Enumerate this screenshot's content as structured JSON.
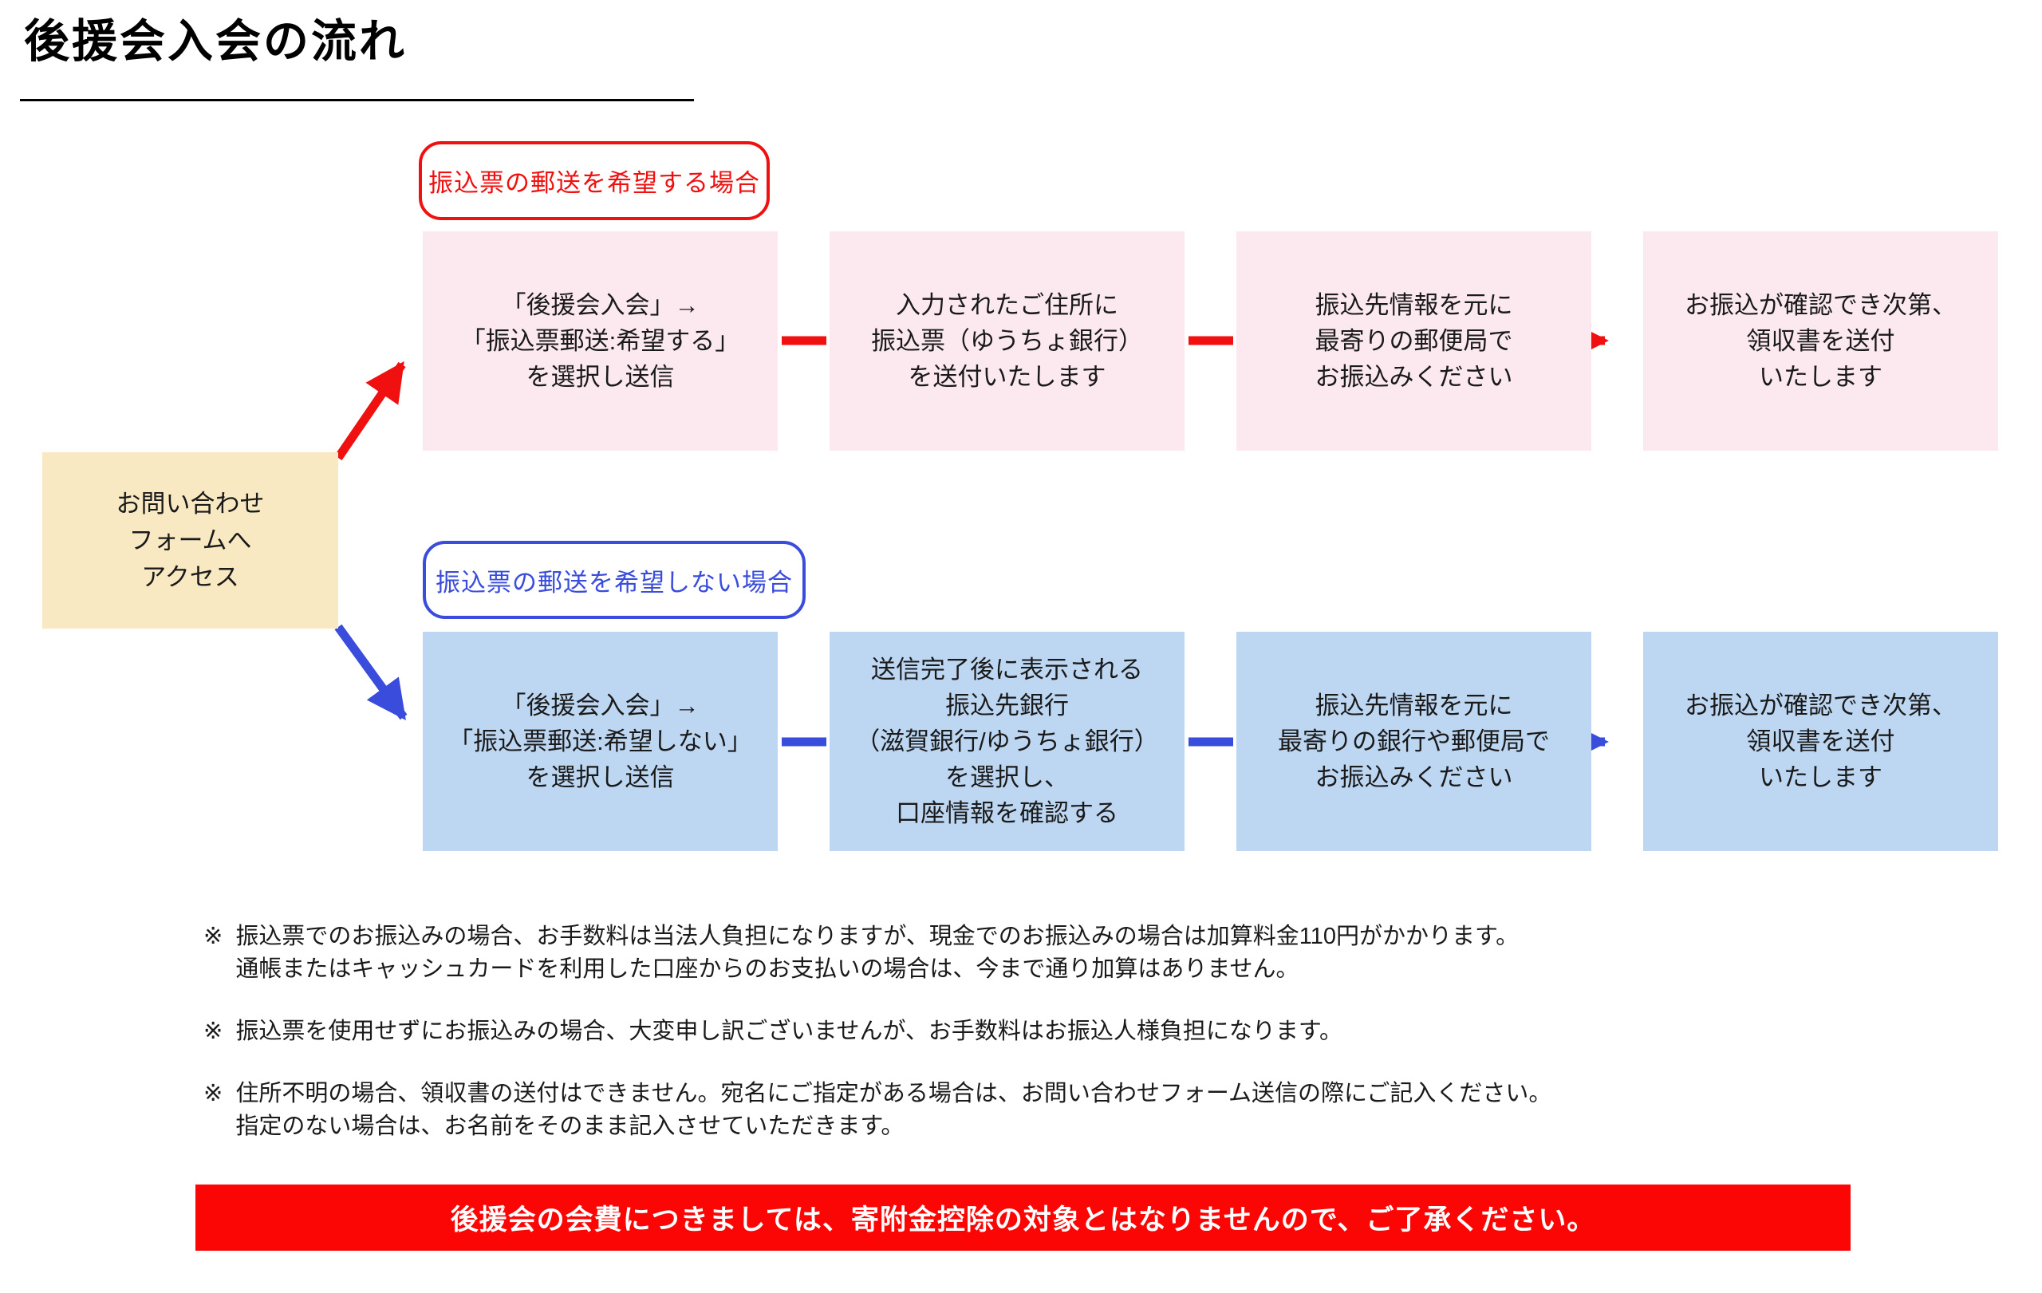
{
  "page": {
    "title": "後援会入会の流れ"
  },
  "start": {
    "label": "お問い合わせ\nフォームへ\nアクセス"
  },
  "branches": [
    {
      "id": "mail-yes",
      "label": "振込票の郵送を希望する場合",
      "accent_color": "#f01010",
      "fill_color": "#fbe9ef",
      "steps": [
        "「後援会入会」→\n「振込票郵送:希望する」\nを選択し送信",
        "入力されたご住所に\n振込票（ゆうちょ銀行）\nを送付いたします",
        "振込先情報を元に\n最寄りの郵便局で\nお振込みください",
        "お振込が確認でき次第、\n領収書を送付\nいたします"
      ]
    },
    {
      "id": "mail-no",
      "label": "振込票の郵送を希望しない場合",
      "accent_color": "#3a4cdc",
      "fill_color": "#bdd7f2",
      "steps": [
        "「後援会入会」→\n「振込票郵送:希望しない」\nを選択し送信",
        "送信完了後に表示される\n振込先銀行\n（滋賀銀行/ゆうちょ銀行）\nを選択し、\n口座情報を確認する",
        "振込先情報を元に\n最寄りの銀行や郵便局で\nお振込みください",
        "お振込が確認でき次第、\n領収書を送付\nいたします"
      ]
    }
  ],
  "notes": [
    {
      "marker": "※",
      "text": "振込票でのお振込みの場合、お手数料は当法人負担になりますが、現金でのお振込みの場合は加算料金110円がかかります。\n通帳またはキャッシュカードを利用した口座からのお支払いの場合は、今まで通り加算はありません。"
    },
    {
      "marker": "※",
      "text": "振込票を使用せずにお振込みの場合、大変申し訳ございませんが、お手数料はお振込人様負担になります。"
    },
    {
      "marker": "※",
      "text": "住所不明の場合、領収書の送付はできません。宛名にご指定がある場合は、お問い合わせフォーム送信の際にご記入ください。\n指定のない場合は、お名前をそのまま記入させていただきます。"
    }
  ],
  "banner": {
    "text": "後援会の会費につきましては、寄附金控除の対象とはなりませんので、ご了承ください。"
  },
  "colors": {
    "start_fill": "#f8e9c3",
    "branch_yes_accent": "#f01010",
    "branch_yes_fill": "#fbe9ef",
    "branch_no_accent": "#3a4cdc",
    "branch_no_fill": "#bdd7f2",
    "banner_bg": "#fb0505",
    "banner_text": "#ffffff"
  }
}
